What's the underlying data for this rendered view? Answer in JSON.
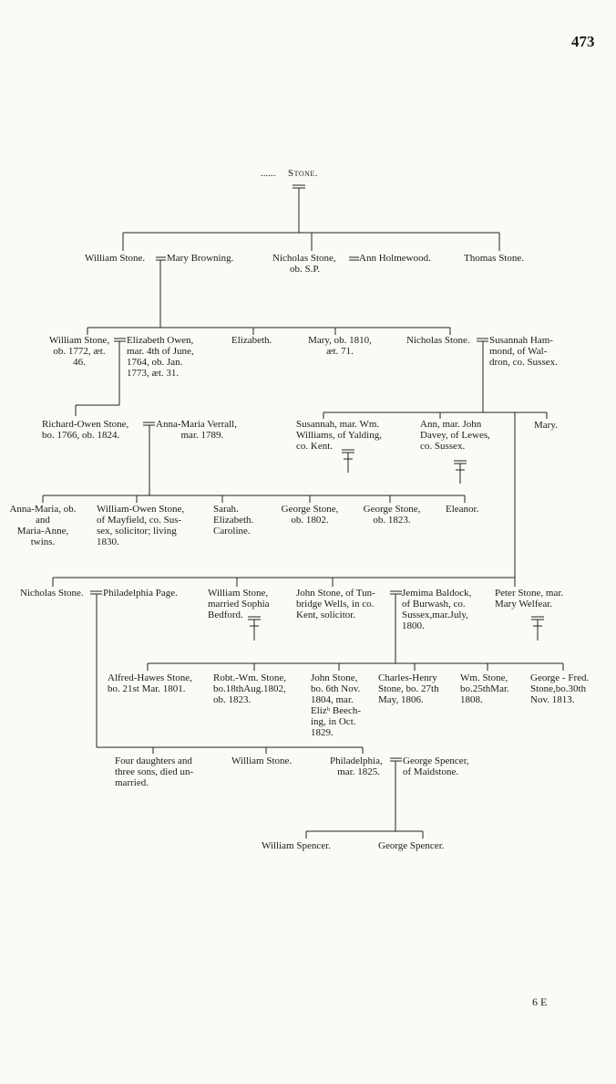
{
  "page_number": "473",
  "signature": "6 E",
  "gen0": {
    "dots": "......",
    "name": "Stone."
  },
  "gen1": {
    "william": "William Stone.",
    "mary_browning": "Mary Browning.",
    "nicholas": "Nicholas Stone,",
    "nicholas_note": "ob. S.P.",
    "ann_holmewood": "Ann Holmewood.",
    "thomas": "Thomas Stone."
  },
  "gen2": {
    "william": "William Stone,\nob. 1772, æt.\n46.",
    "elizabeth_owen": "Elizabeth Owen,\nmar. 4th of June,\n1764, ob. Jan.\n1773, æt. 31.",
    "elizabeth": "Elizabeth.",
    "mary": "Mary, ob. 1810,\næt. 71.",
    "nicholas": "Nicholas Stone.",
    "susannah_hammond": "Susannah Ham-\nmond, of Wal-\ndron, co. Sussex."
  },
  "gen3": {
    "richard_owen": "Richard-Owen Stone,\nbo. 1766, ob. 1824.",
    "anna_maria_verrall": "Anna-Maria Verrall,\n          mar. 1789.",
    "susannah": "Susannah, mar. Wm.\nWilliams, of Yalding,\nco. Kent.",
    "ann": "Ann, mar. John\nDavey, of Lewes,\nco. Sussex.",
    "mary": "Mary."
  },
  "gen4": {
    "anna_maria_twins": "Anna-Maria, ob.\nand\nMaria-Anne,\ntwins.",
    "william_owen": "William-Owen Stone,\nof Mayfield, co. Sus-\nsex, solicitor; living\n1830.",
    "sarah_elizabeth_caroline": "Sarah.\nElizabeth.\nCaroline.",
    "george_1802": "George Stone,\nob. 1802.",
    "george_1823": "George Stone,\nob. 1823.",
    "eleanor": "Eleanor."
  },
  "gen5": {
    "nicholas": "Nicholas Stone.",
    "philadelphia_page": "Philadelphia Page.",
    "william": "William Stone,\nmarried Sophia\nBedford.",
    "john": "John Stone, of Tun-\nbridge Wells, in co.\nKent, solicitor.",
    "jemima_baldock": "Jemima Baldock,\nof Burwash, co.\nSussex,mar.July,\n1800.",
    "peter": "Peter Stone, mar.\nMary Welfear."
  },
  "gen6": {
    "alfred_hawes": "Alfred-Hawes Stone,\nbo. 21st Mar. 1801.",
    "robt_wm": "Robt.-Wm. Stone,\nbo.18thAug.1802,\nob. 1823.",
    "john": "John Stone,\nbo. 6th Nov.\n1804, mar.\nElizᵇ Beech-\ning, in Oct.\n1829.",
    "charles_henry": "Charles-Henry\nStone, bo. 27th\nMay, 1806.",
    "wm": "Wm. Stone,\nbo.25thMar.\n1808.",
    "george_fred": "George - Fred.\nStone,bo.30th\nNov. 1813."
  },
  "gen7": {
    "four_daughters": "Four daughters and\nthree sons, died un-\nmarried.",
    "william": "William Stone.",
    "philadelphia": "Philadelphia,\n   mar. 1825.",
    "george_spencer": "George Spencer,\nof Maidstone."
  },
  "gen8": {
    "william_spencer": "William Spencer.",
    "george_spencer": "George Spencer."
  }
}
